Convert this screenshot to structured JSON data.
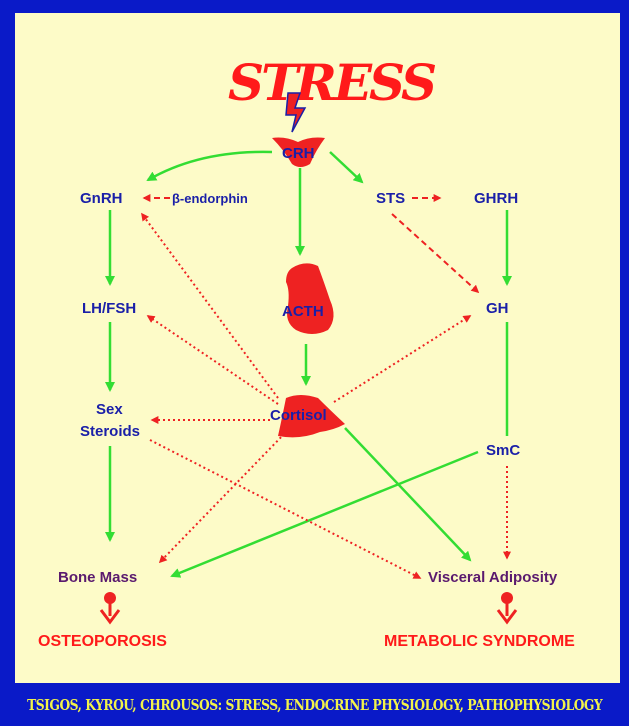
{
  "title": "STRESS",
  "nodes": {
    "crh": "CRH",
    "gnrh": "GnRH",
    "beta_endorphin": "β-endorphin",
    "sts": "STS",
    "ghrh": "GHRH",
    "lh_fsh": "LH/FSH",
    "acth": "ACTH",
    "gh": "GH",
    "sex_steroids_line1": "Sex",
    "sex_steroids_line2": "Steroids",
    "cortisol": "Cortisol",
    "smc": "SmC",
    "bone_mass": "Bone Mass",
    "visceral_adiposity": "Visceral Adiposity"
  },
  "outcomes": {
    "osteoporosis": "OSTEOPOROSIS",
    "metabolic_syndrome": "METABOLIC SYNDROME"
  },
  "footer": "TSIGOS, KYROU, CHROUSOS: STRESS, ENDOCRINE PHYSIOLOGY, PATHOPHYSIOLOGY",
  "colors": {
    "background": "#0a1ac8",
    "panel": "#fdfbc8",
    "stimulatory_arrow": "#33dd33",
    "inhibitory_arrow": "#ee2222",
    "node_text": "#1a1fa8",
    "outcome_text": "#ff1a1a",
    "endpoint_text": "#5a1a6e",
    "footer_text": "#f2f24a",
    "gland_shape": "#ee2222"
  }
}
